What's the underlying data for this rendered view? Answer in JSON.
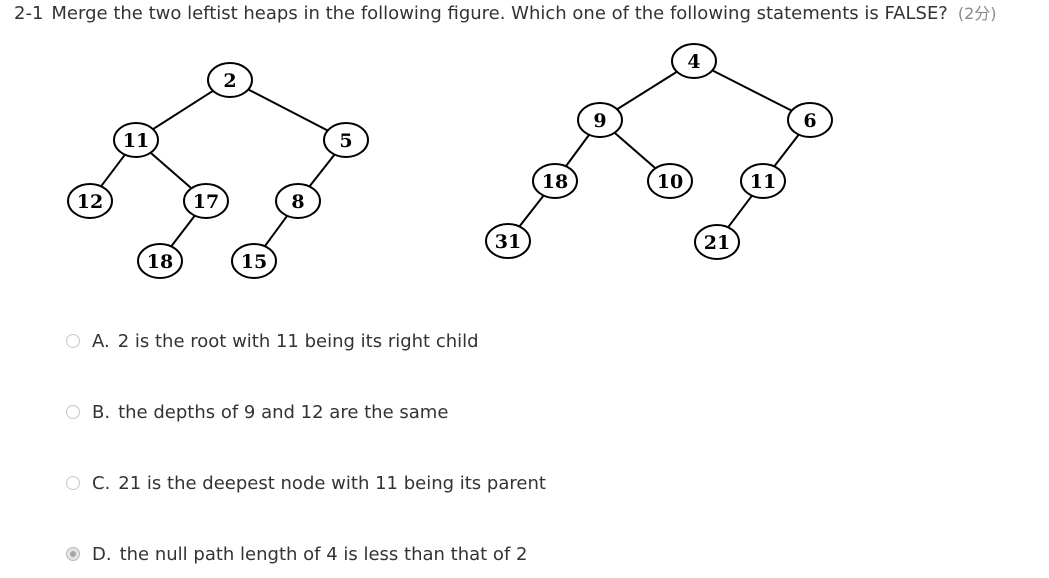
{
  "question": {
    "number": "2-1",
    "text": "Merge the two leftist heaps in the following figure. Which one of the following statements is FALSE?",
    "score": "(2分)"
  },
  "figure": {
    "nodes": [
      {
        "id": "l2",
        "label": "2"
      },
      {
        "id": "l11",
        "label": "11"
      },
      {
        "id": "l5",
        "label": "5"
      },
      {
        "id": "l12",
        "label": "12"
      },
      {
        "id": "l17",
        "label": "17"
      },
      {
        "id": "l8",
        "label": "8"
      },
      {
        "id": "l18",
        "label": "18"
      },
      {
        "id": "l15",
        "label": "15"
      },
      {
        "id": "r4",
        "label": "4"
      },
      {
        "id": "r9",
        "label": "9"
      },
      {
        "id": "r6",
        "label": "6"
      },
      {
        "id": "r18",
        "label": "18"
      },
      {
        "id": "r10",
        "label": "10"
      },
      {
        "id": "r11",
        "label": "11"
      },
      {
        "id": "r31",
        "label": "31"
      },
      {
        "id": "r21",
        "label": "21"
      }
    ],
    "edges": [
      [
        "l2",
        "l11"
      ],
      [
        "l2",
        "l5"
      ],
      [
        "l11",
        "l12"
      ],
      [
        "l11",
        "l17"
      ],
      [
        "l5",
        "l8"
      ],
      [
        "l17",
        "l18"
      ],
      [
        "l8",
        "l15"
      ],
      [
        "r4",
        "r9"
      ],
      [
        "r4",
        "r6"
      ],
      [
        "r9",
        "r18"
      ],
      [
        "r9",
        "r10"
      ],
      [
        "r6",
        "r11"
      ],
      [
        "r18",
        "r31"
      ],
      [
        "r11",
        "r21"
      ]
    ]
  },
  "options": [
    {
      "letter": "A.",
      "text": "2 is the root with 11 being its right child",
      "selected": false
    },
    {
      "letter": "B.",
      "text": "the depths of 9 and 12 are the same",
      "selected": false
    },
    {
      "letter": "C.",
      "text": "21 is the deepest node with 11 being its parent",
      "selected": false
    },
    {
      "letter": "D.",
      "text": "the null path length of 4 is less than that of 2",
      "selected": true
    }
  ]
}
